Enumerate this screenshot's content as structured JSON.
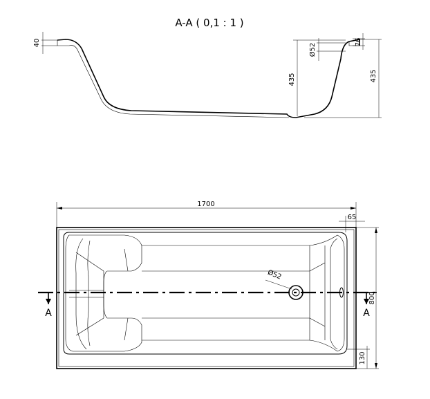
{
  "section": {
    "title": "A-A ( 0,1 : 1 )",
    "dims": {
      "rim": "40",
      "drain_diameter": "Ø52",
      "small_offset": "76",
      "inner_depth": "435",
      "overall_depth": "435"
    }
  },
  "plan": {
    "dims": {
      "length": "1700",
      "end_offset": "65",
      "drain_diameter": "Ø52",
      "width": "800",
      "rim_offset": "130"
    },
    "section_marker_left": "A",
    "section_marker_right": "A"
  }
}
